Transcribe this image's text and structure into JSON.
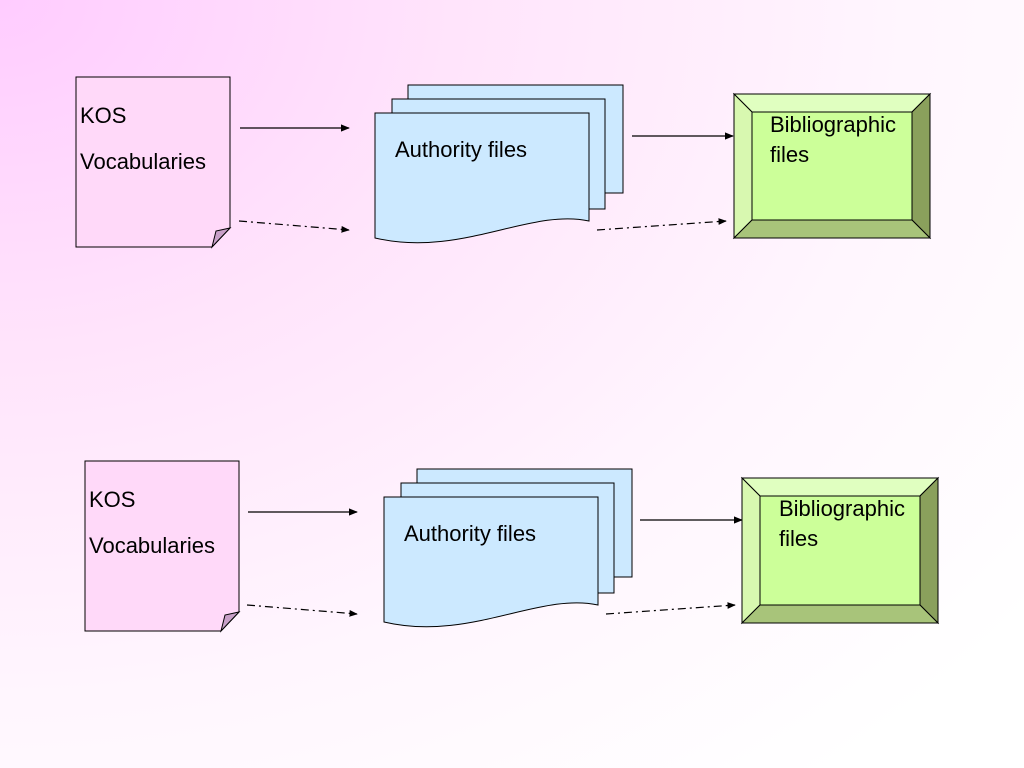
{
  "colors": {
    "kos_fill": "#ffd9f9",
    "authority_fill": "#cce9ff",
    "biblio_face": "#ccff99",
    "biblio_top": "#e0ffc0",
    "biblio_side_light": "#d8f8b0",
    "biblio_side_dark": "#8aa05c",
    "biblio_bottom": "#a8c47a"
  },
  "groups": [
    {
      "kos": {
        "line1": "KOS",
        "line2": "Vocabularies"
      },
      "authority": {
        "label": "Authority files"
      },
      "biblio": {
        "line1": "Bibliographic",
        "line2": "files"
      }
    },
    {
      "kos": {
        "line1": "KOS",
        "line2": "Vocabularies"
      },
      "authority": {
        "label": "Authority files"
      },
      "biblio": {
        "line1": "Bibliographic",
        "line2": "files"
      }
    }
  ]
}
